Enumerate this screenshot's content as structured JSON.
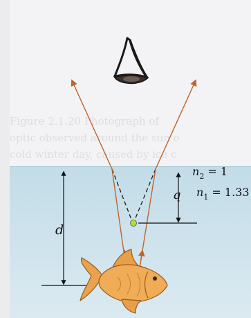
{
  "labels": {
    "n2": "n",
    "n2_sub": "2",
    "n2_val": " = 1",
    "n1": "n",
    "n1_sub": "1",
    "n1_val": " = 1.33",
    "d": "d",
    "q": "q"
  },
  "background_text": {
    "line1": "Figure 2.1.20  Photograph of",
    "line2": "optic observed around the sun o",
    "line3": "cold winter day, caused by ice c"
  },
  "colors": {
    "paper": "#f3f3f5",
    "water_top": "#c3dde9",
    "water_bottom": "#d7e9f0",
    "ray": "#c0642c",
    "fish": "#e9a14b",
    "image_dot": "#b7dc2a",
    "eye_outline": "#1a1a1a"
  },
  "icons": {
    "eye": "eye-icon",
    "fish": "fish-icon",
    "image_point": "virtual-image-dot"
  }
}
